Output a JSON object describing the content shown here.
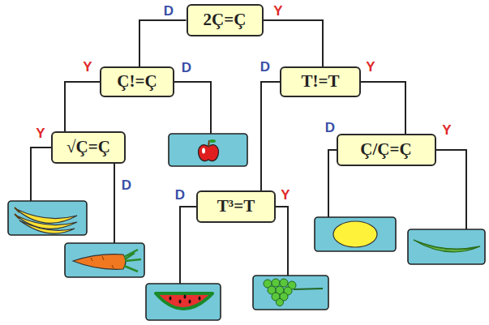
{
  "diagram": {
    "nodes": [
      {
        "text": [
          "2Ç=Ç"
        ]
      },
      {
        "text": [
          "Ç!=Ç"
        ]
      },
      {
        "text": [
          "T!=T"
        ]
      },
      {
        "text": [
          "√Ç=Ç"
        ]
      },
      {
        "text": [
          "Ç/Ç=Ç"
        ]
      },
      {
        "text": [
          "T³=T"
        ]
      }
    ],
    "edges": [
      {
        "from": 0,
        "to": 1,
        "arrow": "none",
        "label": "D"
      },
      {
        "from": 0,
        "to": 2,
        "arrow": "none",
        "label": "Y"
      },
      {
        "from": 1,
        "to": 3,
        "arrow": "none",
        "label": "Y"
      },
      {
        "from": 2,
        "to": 5,
        "arrow": "none",
        "label": "D"
      },
      {
        "from": 2,
        "to": 4,
        "arrow": "none",
        "label": "Y"
      }
    ],
    "labels": [
      "D",
      "D",
      "Y",
      "Y",
      "D",
      "D",
      "Y"
    ]
  }
}
